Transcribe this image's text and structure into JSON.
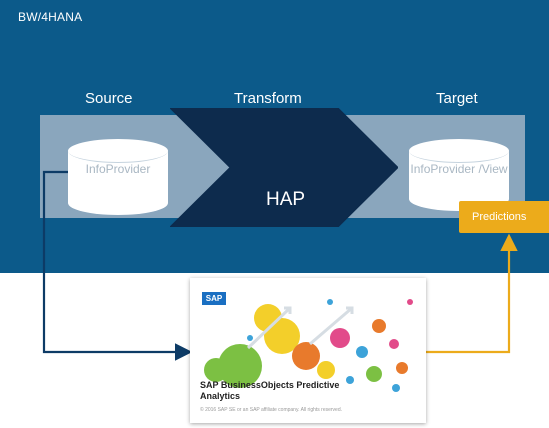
{
  "panel": {
    "title": "BW/4HANA",
    "color": "#0c5a8a",
    "band_color": "#8aa6bd"
  },
  "stages": {
    "source": "Source",
    "transform": "Transform",
    "target": "Target"
  },
  "source_store": {
    "label": "InfoProvider",
    "shape": "database-cylinder"
  },
  "transform_block": {
    "label": "HAP",
    "color": "#0d2b4d",
    "shape": "chevron"
  },
  "target_store": {
    "label": "InfoProvider /View",
    "shape": "database-cylinder"
  },
  "predictions": {
    "label": "Predictions",
    "color": "#ecab1b"
  },
  "product_card": {
    "logo": "SAP",
    "title": "SAP BusinessObjects Predictive Analytics",
    "fine_print": "© 2016 SAP SE or an SAP affiliate company. All rights reserved."
  },
  "connectors": {
    "to_card_color": "#0d3b66",
    "from_card_color": "#ecab1b"
  }
}
